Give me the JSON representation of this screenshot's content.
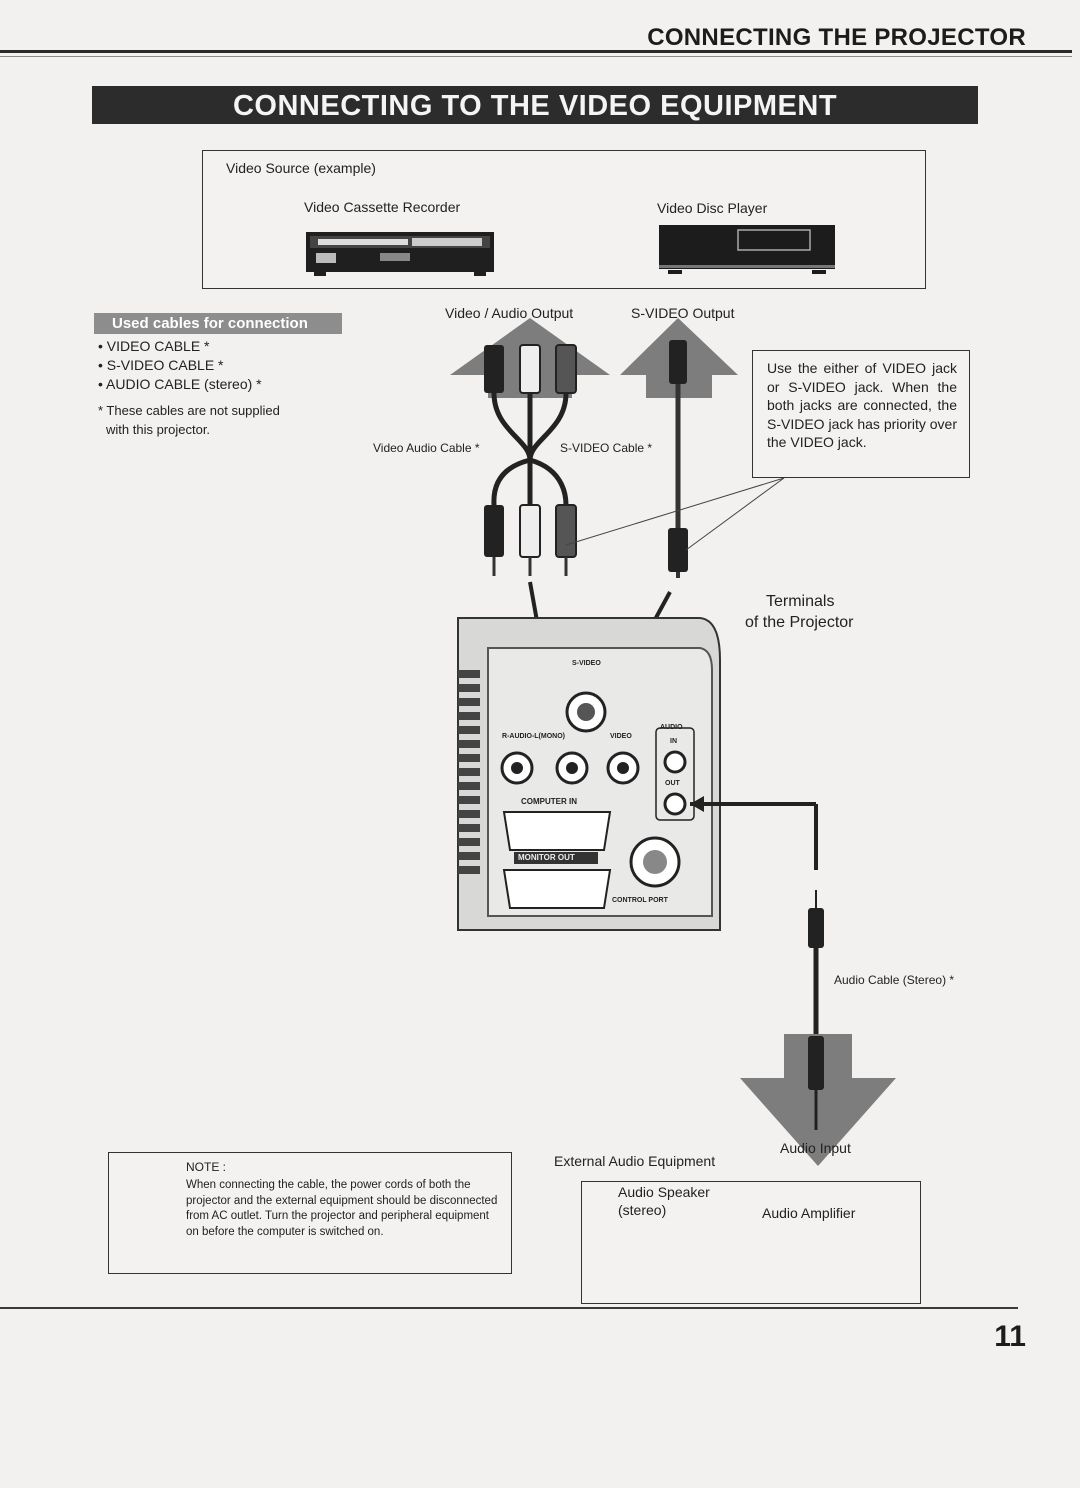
{
  "header": {
    "section_title": "CONNECTING THE PROJECTOR"
  },
  "banner": {
    "title": "CONNECTING TO THE VIDEO EQUIPMENT"
  },
  "video_source": {
    "label": "Video Source (example)",
    "vcr_label": "Video Cassette Recorder",
    "disc_label": "Video Disc Player"
  },
  "outputs": {
    "av_output": "Video / Audio Output",
    "svideo_output": "S-VIDEO Output"
  },
  "used_cables": {
    "heading": "Used cables for connection",
    "items": [
      "• VIDEO CABLE *",
      "• S-VIDEO CABLE *",
      "• AUDIO CABLE (stereo) *"
    ],
    "footnote_line1": "* These cables are not supplied",
    "footnote_line2": "with this projector."
  },
  "cable_labels": {
    "video_audio": "Video Audio Cable *",
    "svideo": "S-VIDEO Cable *",
    "audio_stereo": "Audio Cable (Stereo) *"
  },
  "info_box": {
    "text": "Use the either of VIDEO jack or S-VIDEO jack. When the both jacks are connected, the S-VIDEO jack has priority over the VIDEO jack."
  },
  "terminals": {
    "line1": "Terminals",
    "line2": "of the Projector"
  },
  "panel_labels": {
    "svideo": "S-VIDEO",
    "raudio": "R-AUDIO-L(MONO)",
    "video": "VIDEO",
    "audio": "AUDIO",
    "in": "IN",
    "out": "OUT",
    "computer_in": "COMPUTER IN",
    "monitor_out": "MONITOR OUT",
    "control_port": "CONTROL PORT"
  },
  "note": {
    "label": "NOTE :",
    "text": "When connecting the cable, the power cords of both the projector and the external equipment should be disconnected from AC outlet. Turn the projector and peripheral equipment on before the computer is switched on."
  },
  "external": {
    "label": "External Audio Equipment",
    "audio_input": "Audio Input",
    "speaker_line1": "Audio Speaker",
    "speaker_line2": "(stereo)",
    "amplifier": "Audio Amplifier"
  },
  "page_number": "11",
  "colors": {
    "banner_bg": "#2c2c2c",
    "arrow_gray": "#7d7d7d",
    "ink": "#222222"
  }
}
